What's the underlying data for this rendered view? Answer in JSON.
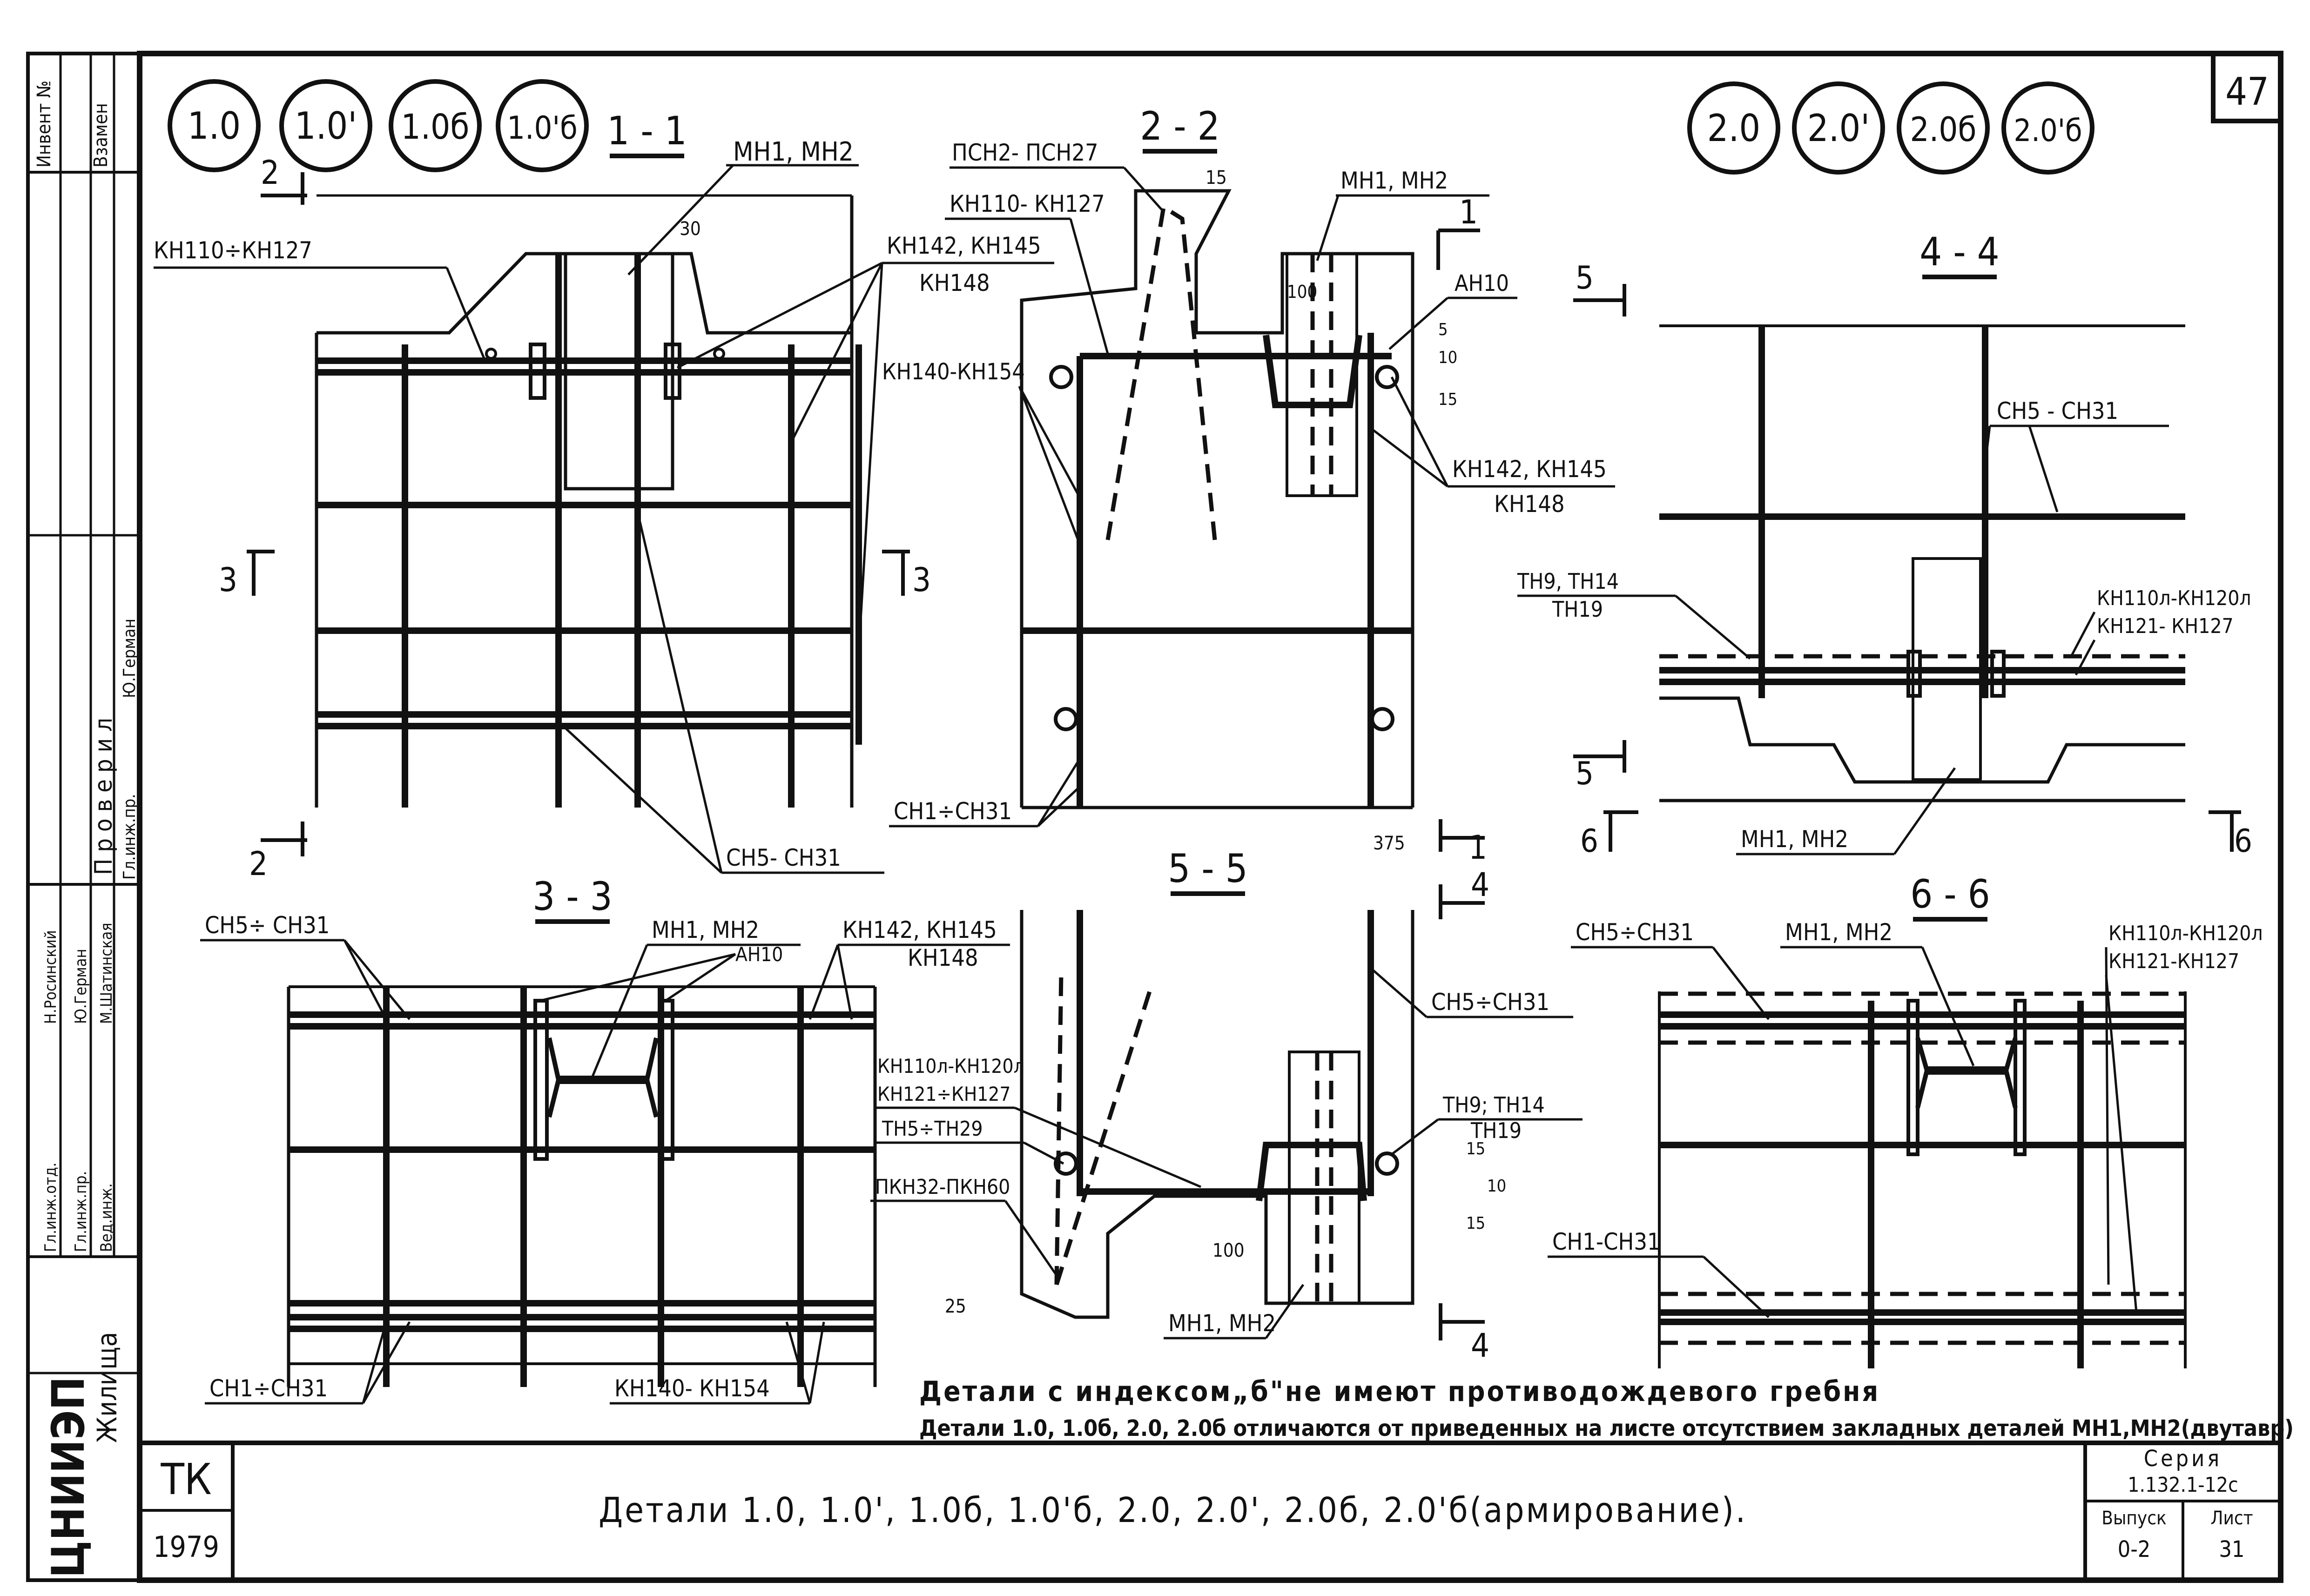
{
  "sheet": {
    "page_number": "47",
    "title": "Детали 1.0, 1.0', 1.0б, 1.0'б, 2.0, 2.0', 2.0б, 2.0'б(армирование).",
    "notes": [
      "Детали с индексом„б\"не имеют противодождевого гребня",
      "Детали 1.0, 1.0б, 2.0, 2.0б отличаются от приведенных на листе отсутствием закладных деталей МН1,МН2(двутавр)"
    ],
    "stamp": {
      "org_code": "ТК",
      "year": "1979",
      "series_label": "Серия",
      "series_value": "1.132.1-12с",
      "issue_label": "Выпуск",
      "issue_value": "0-2",
      "sheet_label": "Лист",
      "sheet_value": "31"
    }
  },
  "side_stamp": {
    "inv_label": "Инвент №",
    "replace_label": "Взамен",
    "checked_label": "Проверил",
    "roles": [
      "Гл.инж.пр.",
      "Ю.Герман",
      "Гл.инж.отд.",
      "Гл.инж.пр.",
      "Вед.инж."
    ],
    "names": [
      "Н.Росинский",
      "Ю.Герман",
      "М.Шатинская"
    ],
    "org_side": "Жилища",
    "org_logo": "ЦНИИЭП"
  },
  "detail_marks": {
    "left": [
      "1.0",
      "1.0'",
      "1.0б",
      "1.0'б"
    ],
    "right": [
      "2.0",
      "2.0'",
      "2.0б",
      "2.0'б"
    ]
  },
  "sections": {
    "s11": {
      "title": "1 - 1",
      "labels": {
        "mn": "МН1, МН2",
        "kn110": "КН110÷КН127",
        "kn142": "КН142, КН145",
        "kn148": "КН148",
        "sn5": "СН5- СН31",
        "dim30": "30",
        "cut2": "2",
        "cut3": "3"
      }
    },
    "s22": {
      "title": "2 - 2",
      "labels": {
        "psn": "ПСН2- ПСН27",
        "kn110": "КН110- КН127",
        "mn": "МН1, МН2",
        "an10": "АН10",
        "kn140": "КН140-КН154",
        "kn142": "КН142, КН145",
        "kn148": "КН148",
        "sn1": "СН1÷СН31",
        "d15a": "15",
        "d100": "100",
        "d5": "5",
        "d10": "10",
        "d15b": "15",
        "d375": "375",
        "cut1": "1"
      }
    },
    "s33": {
      "title": "3 - 3",
      "labels": {
        "sn5": "СН5÷ СН31",
        "mn": "МН1, МН2",
        "an10": "АН10",
        "kn142": "КН142, КН145",
        "kn148": "КН148",
        "sn1": "СН1÷СН31",
        "kn140": "КН140- КН154"
      }
    },
    "s44": {
      "title": "4 - 4",
      "labels": {
        "sn5": "СН5 - СН31",
        "th9": "ТН9, ТН14",
        "th19": "ТН19",
        "kn110l": "КН110л-КН120л",
        "kn121": "КН121- КН127",
        "mn": "МН1, МН2",
        "cut5": "5",
        "cut6": "6"
      }
    },
    "s55": {
      "title": "5 - 5",
      "labels": {
        "sn5": "СН5÷СН31",
        "kn110l": "КН110л-КН120л",
        "kn121": "КН121÷КН127",
        "th5": "ТН5÷ТН29",
        "pkn": "ПКН32-ПКН60",
        "th9": "ТН9; ТН14",
        "th19": "ТН19",
        "mn": "МН1, МН2",
        "d15a": "15",
        "d10": "10",
        "d15b": "15",
        "d100": "100",
        "d25": "25",
        "cut4": "4"
      }
    },
    "s66": {
      "title": "6 - 6",
      "labels": {
        "sn5": "СН5÷СН31",
        "mn": "МН1, МН2",
        "kn110l": "КН110л-КН120л",
        "kn121": "КН121-КН127",
        "sn1": "СН1-СН31"
      }
    }
  }
}
